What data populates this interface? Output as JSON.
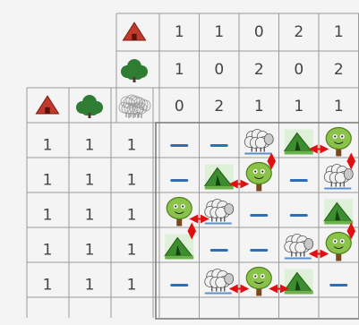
{
  "header_rows": [
    {
      "icon": "tent-icon",
      "values": [
        "1",
        "1",
        "0",
        "2",
        "1"
      ]
    },
    {
      "icon": "tree-icon",
      "values": [
        "1",
        "0",
        "2",
        "0",
        "2"
      ]
    },
    {
      "icon": "sheep-icon",
      "values": [
        "0",
        "2",
        "1",
        "1",
        "1"
      ]
    }
  ],
  "header_cols": [
    "tent-icon",
    "tree-icon",
    "sheep-icon"
  ],
  "row_clues": [
    [
      "1",
      "1",
      "1"
    ],
    [
      "1",
      "1",
      "1"
    ],
    [
      "1",
      "1",
      "1"
    ],
    [
      "1",
      "1",
      "1"
    ],
    [
      "1",
      "1",
      "1"
    ]
  ],
  "grid": [
    [
      "empty",
      "empty",
      "sheep",
      "tent",
      "tree"
    ],
    [
      "empty",
      "tent",
      "tree",
      "empty",
      "sheep"
    ],
    [
      "tree",
      "sheep",
      "empty",
      "empty",
      "tent"
    ],
    [
      "tent",
      "empty",
      "empty",
      "sheep",
      "tree"
    ],
    [
      "empty",
      "sheep",
      "tree",
      "tent",
      "empty"
    ]
  ],
  "links": [
    {
      "from": [
        0,
        3
      ],
      "to": [
        0,
        4
      ]
    },
    {
      "from": [
        0,
        2
      ],
      "to": [
        1,
        2
      ]
    },
    {
      "from": [
        1,
        1
      ],
      "to": [
        1,
        2
      ]
    },
    {
      "from": [
        1,
        4
      ],
      "to": [
        0,
        4
      ]
    },
    {
      "from": [
        2,
        0
      ],
      "to": [
        2,
        1
      ]
    },
    {
      "from": [
        2,
        0
      ],
      "to": [
        3,
        0
      ]
    },
    {
      "from": [
        2,
        4
      ],
      "to": [
        3,
        4
      ]
    },
    {
      "from": [
        3,
        3
      ],
      "to": [
        3,
        4
      ]
    },
    {
      "from": [
        4,
        1
      ],
      "to": [
        4,
        2
      ]
    },
    {
      "from": [
        4,
        2
      ],
      "to": [
        4,
        3
      ]
    }
  ],
  "colors": {
    "tent": "#c0392b",
    "tree": "#2e7d32",
    "empty_mark": "#2f6db5",
    "link": "#e01010",
    "grid_line": "#9a9a9a"
  }
}
